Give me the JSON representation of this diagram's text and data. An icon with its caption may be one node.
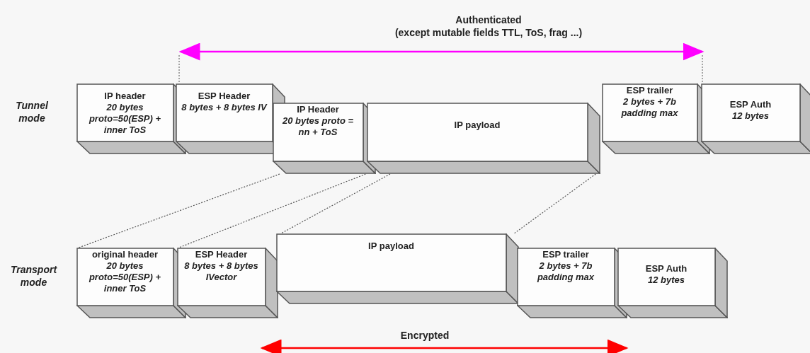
{
  "diagram": {
    "nodes": [
      {
        "text": [
          "IP header",
          "20 bytes proto=50(ESP) + inner ToS"
        ]
      },
      {
        "text": [
          "ESP Header",
          "8 bytes + 8 bytes IV"
        ]
      },
      {
        "text": [
          "IP Header",
          "20 bytes proto = nn + ToS"
        ]
      },
      {
        "text": [
          "IP payload"
        ]
      },
      {
        "text": [
          "ESP trailer",
          "2 bytes + 7b padding max"
        ]
      },
      {
        "text": [
          "ESP Auth",
          "12 bytes"
        ]
      },
      {
        "text": [
          "original header",
          "20 bytes proto=50(ESP) + inner ToS"
        ]
      },
      {
        "text": [
          "ESP Header",
          "8 bytes + 8 bytes IVector"
        ]
      },
      {
        "text": [
          "IP payload"
        ]
      },
      {
        "text": [
          "ESP trailer",
          "2 bytes + 7b padding max"
        ]
      },
      {
        "text": [
          "ESP Auth",
          "12 bytes"
        ]
      }
    ],
    "edges": [
      {
        "from": 2,
        "to": 6,
        "arrow": "none"
      },
      {
        "from": 2,
        "to": 7,
        "arrow": "none"
      },
      {
        "from": 3,
        "to": 8,
        "arrow": "none"
      },
      {
        "from": 3,
        "to": 8,
        "arrow": "none"
      }
    ],
    "labels": [
      "Authenticated",
      "(except mutable fields TTL, ToS, frag ...)",
      "Tunnel mode",
      "Transport mode",
      "Encrypted"
    ]
  }
}
